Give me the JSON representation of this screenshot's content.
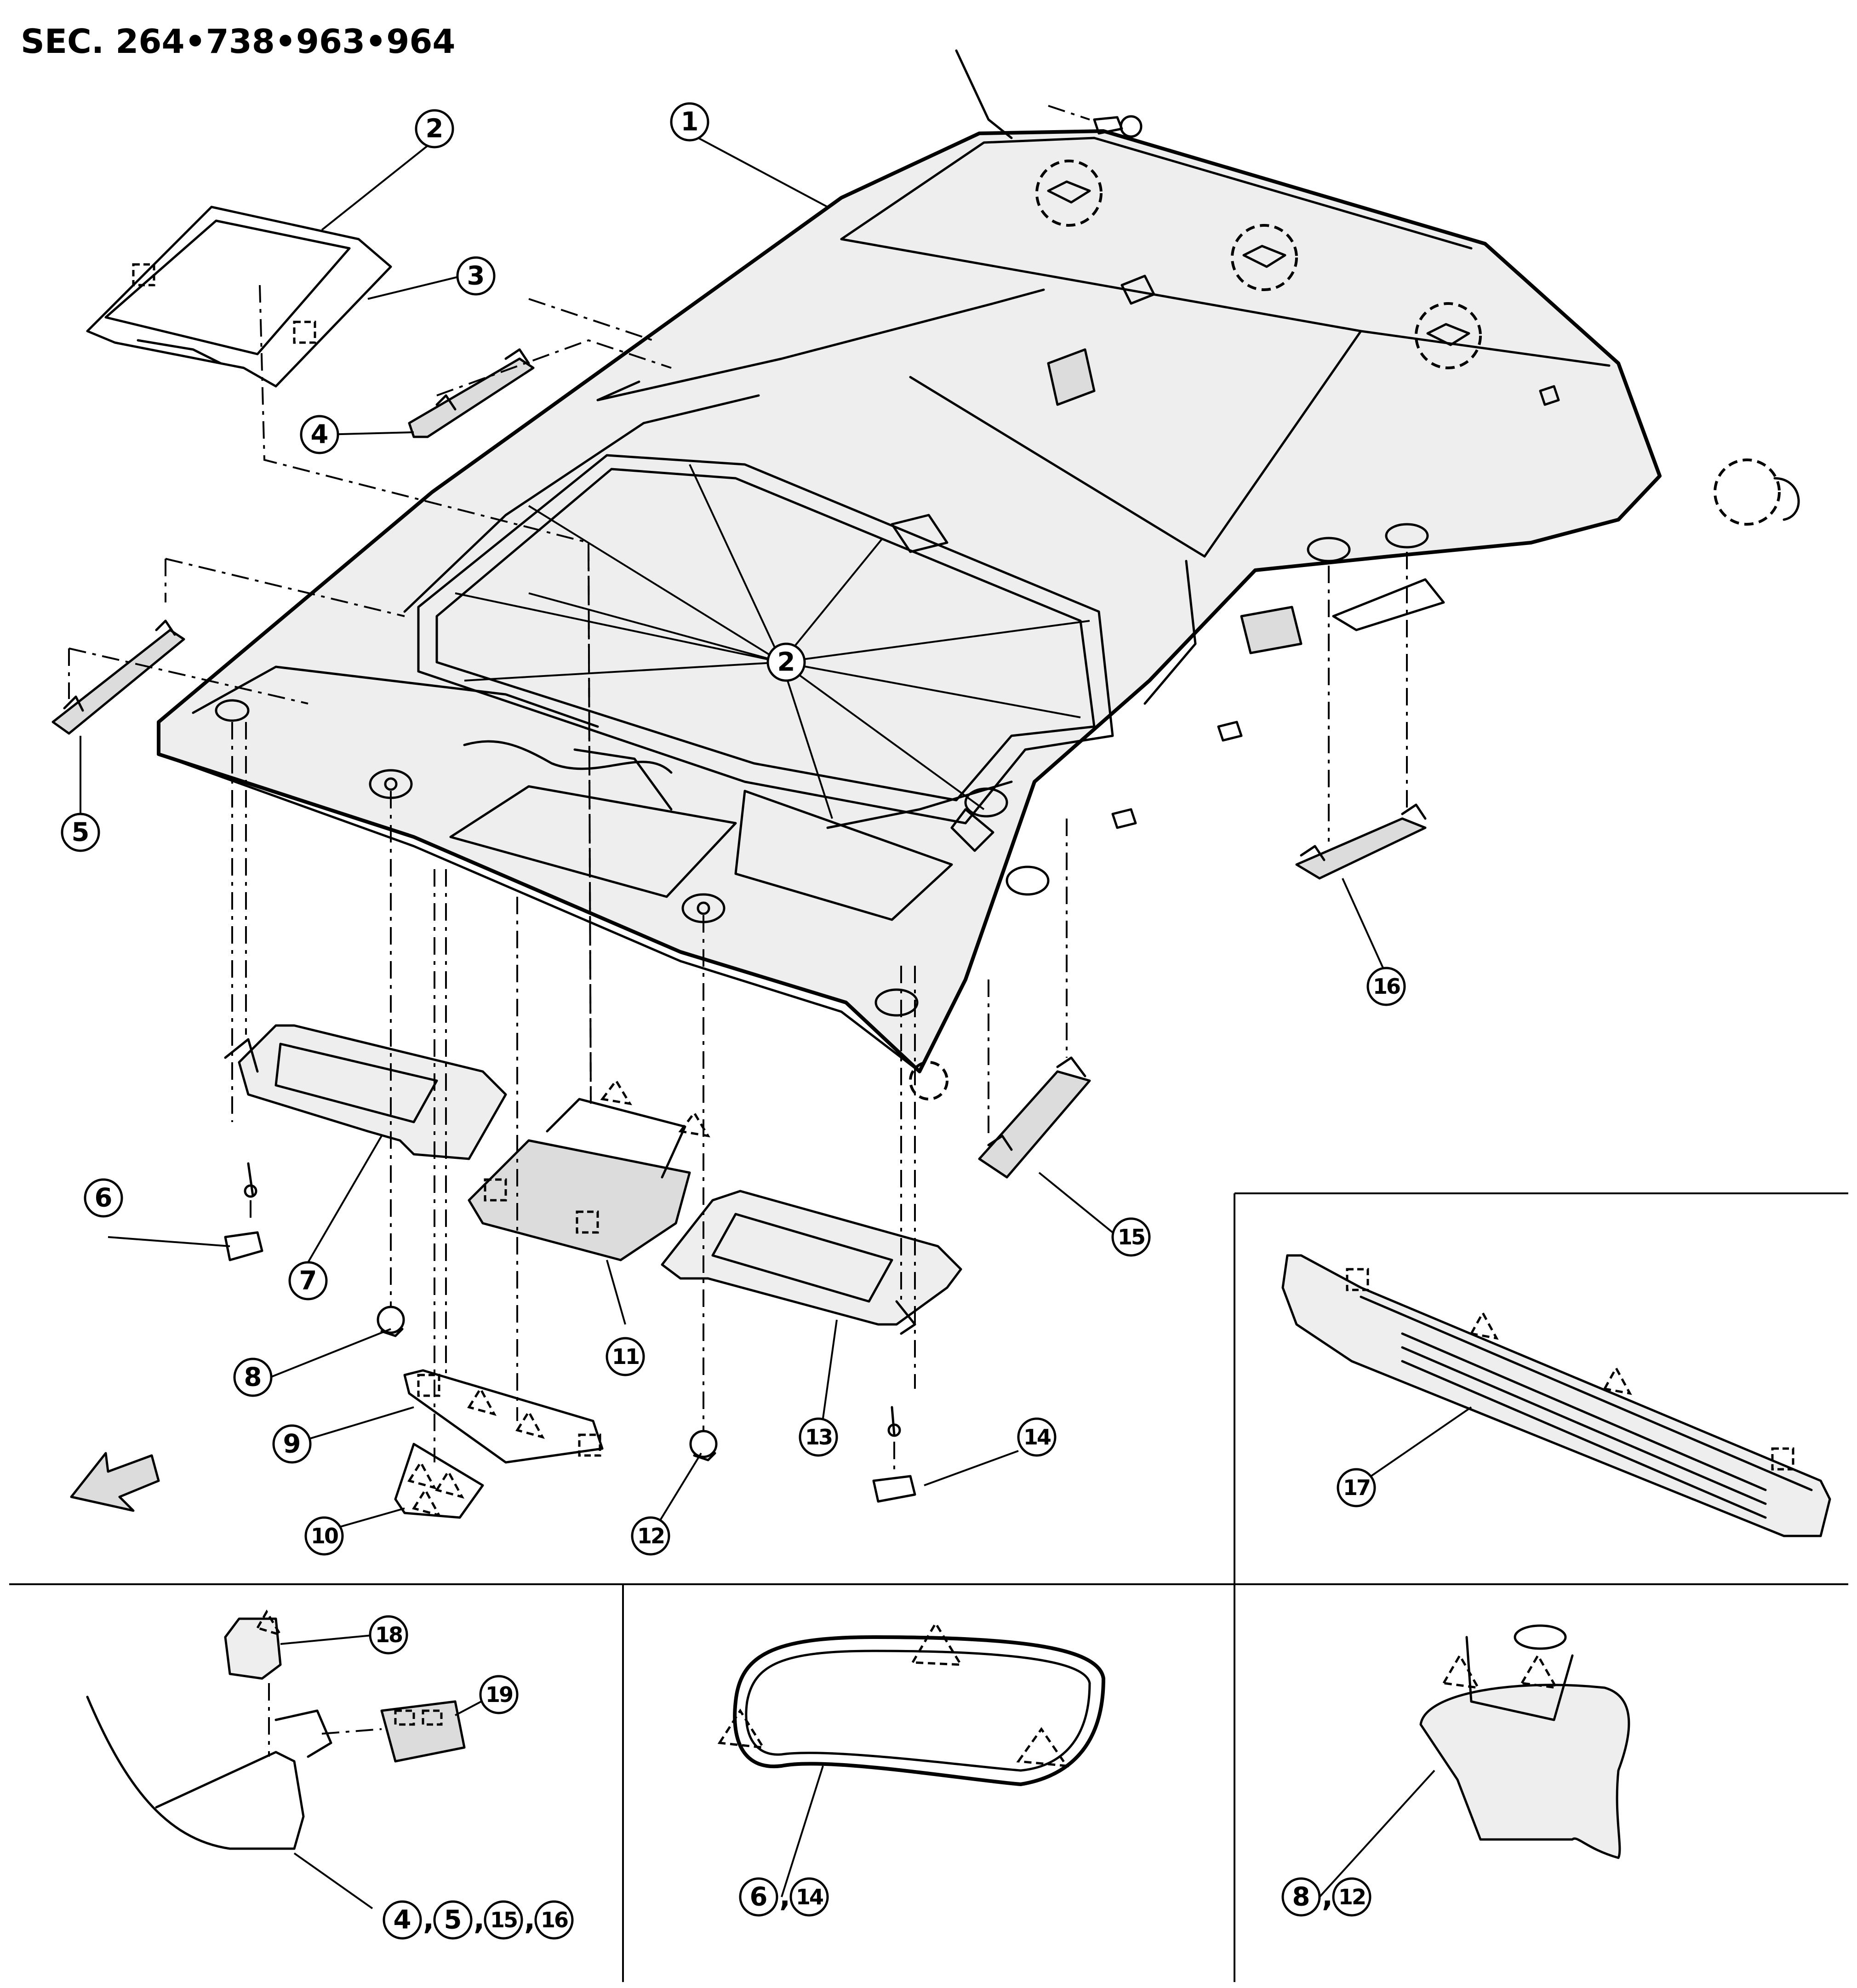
{
  "section_title": "SEC. 264•738•963•964",
  "callouts": {
    "c1": "1",
    "c2a": "2",
    "c2b": "2",
    "c3": "3",
    "c4": "4",
    "c5": "5",
    "c6": "6",
    "c7": "7",
    "c8": "8",
    "c9": "9",
    "c10": "10",
    "c11": "11",
    "c12": "12",
    "c13": "13",
    "c14": "14",
    "c15": "15",
    "c16": "16",
    "c17": "17",
    "c18": "18",
    "c19": "19"
  },
  "detail_labels": {
    "grip_detail": [
      "4",
      "5",
      "15",
      "16"
    ],
    "holder_detail": [
      "6",
      "14"
    ],
    "clip_detail": [
      "8",
      "12"
    ],
    "separator": ","
  },
  "icons": [
    "front-direction-arrow-icon",
    "screw-icon",
    "clip-square-icon",
    "clip-triangle-icon"
  ]
}
